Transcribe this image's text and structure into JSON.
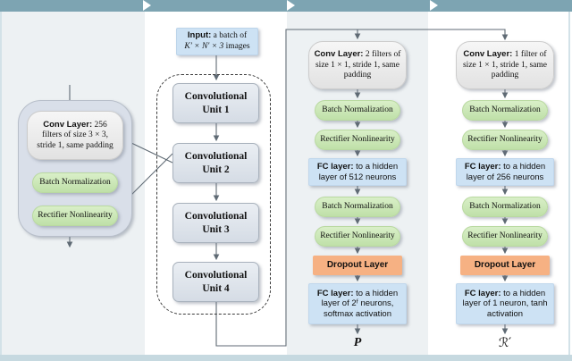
{
  "figure": {
    "panel_detail": {
      "conv": {
        "bold": "Conv Layer:",
        "rest": " 256 filters of size 3 × 3, stride 1, same padding"
      },
      "batch_norm": "Batch Normalization",
      "rectifier": "Rectifier Nonlinearity"
    },
    "panel_backbone": {
      "input": {
        "bold": "Input:",
        "rest": " a batch of",
        "math": "K′ × N′ × 3",
        "tail": " images"
      },
      "units": [
        {
          "line1": "Convolutional",
          "line2": "Unit 1"
        },
        {
          "line1": "Convolutional",
          "line2": "Unit 2"
        },
        {
          "line1": "Convolutional",
          "line2": "Unit 3"
        },
        {
          "line1": "Convolutional",
          "line2": "Unit 4"
        }
      ]
    },
    "panel_policy": {
      "conv": {
        "bold": "Conv Layer:",
        "rest": " 2 filters of size 1 × 1, stride 1, same padding"
      },
      "batch_norm1": "Batch Normalization",
      "rectifier1": "Rectifier Nonlinearity",
      "fc1": {
        "bold": "FC layer:",
        "rest": " to a hidden layer of 512 neurons"
      },
      "batch_norm2": "Batch Normalization",
      "rectifier2": "Rectifier Nonlinearity",
      "dropout": "Dropout Layer",
      "fc2": {
        "bold": "FC layer:",
        "rest": " to a hidden layer of 2ᶠ neurons, softmax activation"
      },
      "output": "P"
    },
    "panel_value": {
      "conv": {
        "bold": "Conv Layer:",
        "rest": " 1 filter of size 1 × 1, stride 1, same padding"
      },
      "batch_norm1": "Batch Normalization",
      "rectifier1": "Rectifier Nonlinearity",
      "fc1": {
        "bold": "FC layer:",
        "rest": " to a hidden layer of 256 neurons"
      },
      "batch_norm2": "Batch Normalization",
      "rectifier2": "Rectifier Nonlinearity",
      "dropout": "Dropout Layer",
      "fc2": {
        "bold": "FC layer:",
        "rest": " to a hidden layer of 1 neuron, tanh activation"
      },
      "output": "ℛ′"
    },
    "colors": {
      "banner": "#7da4b2",
      "panel_bg": "#edf1f3",
      "conv_box": "#e9e9e9",
      "green_pill": "#c9e7b5",
      "fc_box": "#cde2f4",
      "dropout_box": "#f6b183",
      "unit_box": "#dde3ea",
      "detail_container": "#d9dfe9"
    }
  }
}
